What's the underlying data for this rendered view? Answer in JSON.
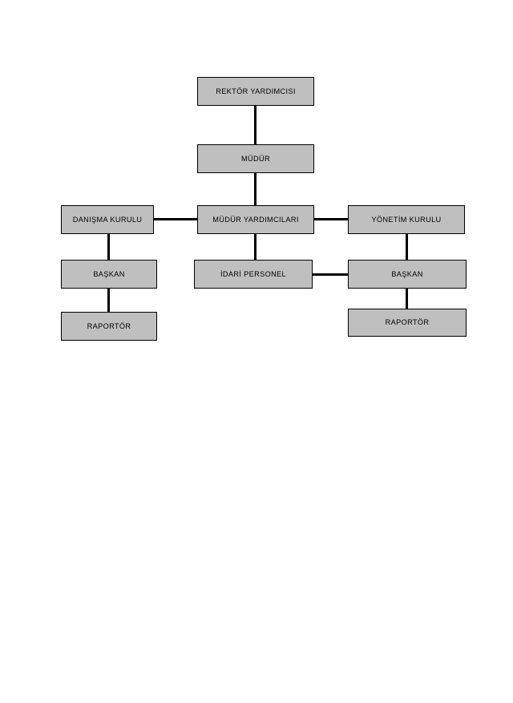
{
  "diagram": {
    "type": "organizational-chart",
    "language": "tr",
    "background_color": "#ffffff",
    "node_fill_color": "#bfbfbf",
    "node_border_color": "#000000",
    "connector_color": "#000000",
    "nodes": [
      {
        "id": "rektor-yardimcisi",
        "label": "REKTÖR YARDIMCISI",
        "level": 1,
        "column": "center"
      },
      {
        "id": "mudur",
        "label": "MÜDÜR",
        "level": 2,
        "column": "center"
      },
      {
        "id": "danisma-kurulu",
        "label": "DANIŞMA KURULU",
        "level": 3,
        "column": "left"
      },
      {
        "id": "mudur-yardimcilari",
        "label": "MÜDÜR YARDIMCILARI",
        "level": 3,
        "column": "center"
      },
      {
        "id": "yonetim-kurulu",
        "label": "YÖNETİM KURULU",
        "level": 3,
        "column": "right"
      },
      {
        "id": "baskan-left",
        "label": "BAŞKAN",
        "level": 4,
        "column": "left"
      },
      {
        "id": "idari-personel",
        "label": "İDARİ PERSONEL",
        "level": 4,
        "column": "center"
      },
      {
        "id": "baskan-right",
        "label": "BAŞKAN",
        "level": 4,
        "column": "right"
      },
      {
        "id": "raportor-left",
        "label": "RAPORTÖR",
        "level": 5,
        "column": "left"
      },
      {
        "id": "raportor-right",
        "label": "RAPORTÖR",
        "level": 5,
        "column": "right"
      }
    ],
    "edges": [
      {
        "from": "rektor-yardimcisi",
        "to": "mudur",
        "orientation": "vertical"
      },
      {
        "from": "mudur",
        "to": "mudur-yardimcilari",
        "orientation": "vertical"
      },
      {
        "from": "danisma-kurulu",
        "to": "mudur-yardimcilari",
        "orientation": "horizontal"
      },
      {
        "from": "mudur-yardimcilari",
        "to": "yonetim-kurulu",
        "orientation": "horizontal"
      },
      {
        "from": "danisma-kurulu",
        "to": "baskan-left",
        "orientation": "vertical"
      },
      {
        "from": "mudur-yardimcilari",
        "to": "idari-personel",
        "orientation": "vertical"
      },
      {
        "from": "yonetim-kurulu",
        "to": "baskan-right",
        "orientation": "vertical"
      },
      {
        "from": "idari-personel",
        "to": "baskan-right",
        "orientation": "horizontal"
      },
      {
        "from": "baskan-left",
        "to": "raportor-left",
        "orientation": "vertical"
      },
      {
        "from": "baskan-right",
        "to": "raportor-right",
        "orientation": "vertical"
      }
    ]
  }
}
